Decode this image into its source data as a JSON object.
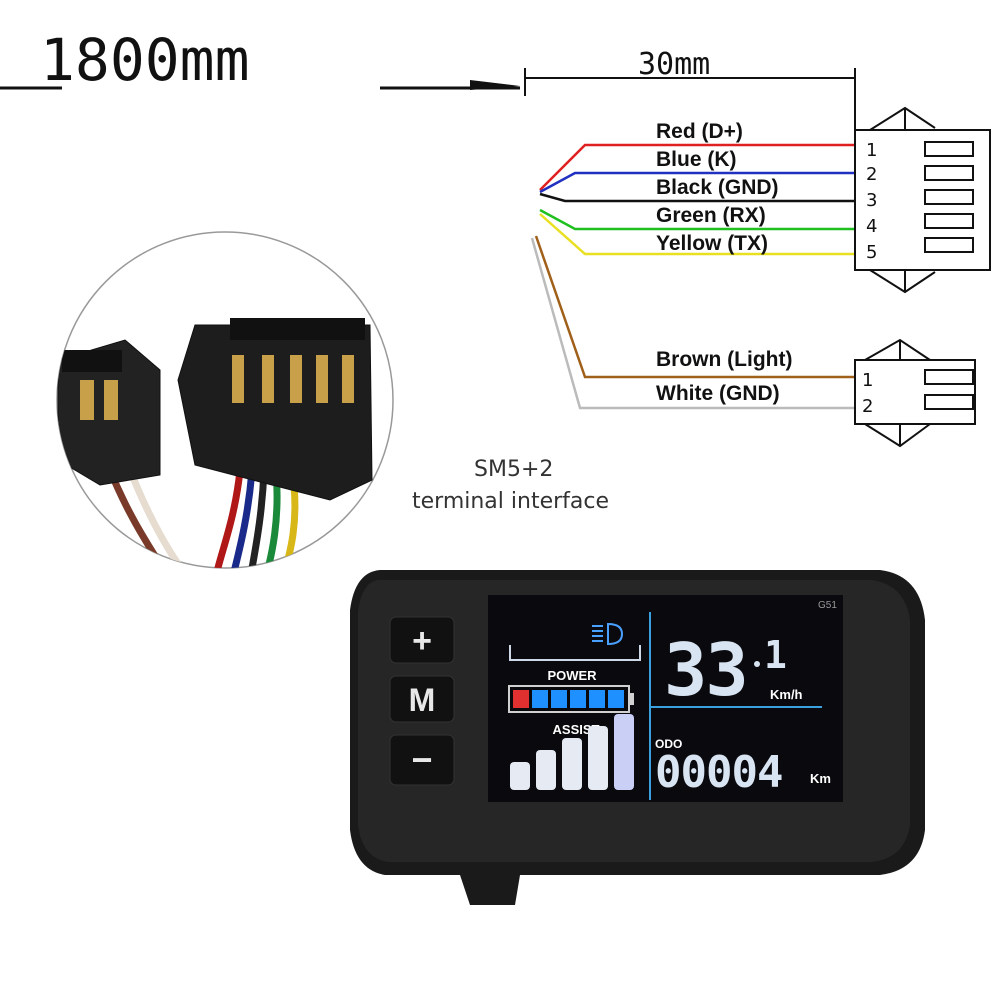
{
  "diagram": {
    "cable_length": "1800mm",
    "lead_length": "30mm",
    "caption_line1": "SM5+2",
    "caption_line2": "terminal interface"
  },
  "connector_5pin": {
    "wires": [
      {
        "label": "Red (D+)",
        "color": "#e02020",
        "pin": "1"
      },
      {
        "label": "Blue (K)",
        "color": "#2030c0",
        "pin": "2"
      },
      {
        "label": "Black (GND)",
        "color": "#111111",
        "pin": "3"
      },
      {
        "label": "Green (RX)",
        "color": "#20c020",
        "pin": "4"
      },
      {
        "label": "Yellow (TX)",
        "color": "#e8e020",
        "pin": "5"
      }
    ]
  },
  "connector_2pin": {
    "wires": [
      {
        "label": "Brown (Light)",
        "color": "#a0601a",
        "pin": "1"
      },
      {
        "label": "White (GND)",
        "color": "#bbbbbb",
        "pin": "2"
      }
    ]
  },
  "display": {
    "model": "G51",
    "buttons": {
      "plus": "+",
      "mode": "M",
      "minus": "−"
    },
    "power_label": "POWER",
    "assist_label": "ASSIST",
    "speed_int": "33",
    "speed_dec": "1",
    "speed_unit": "Km/h",
    "odo_label": "ODO",
    "odo_value": "00004",
    "odo_unit": "Km",
    "battery_level": 6,
    "battery_segments": 6,
    "assist_level": 5,
    "assist_max": 5,
    "headlight_icon": "headlight-icon"
  }
}
